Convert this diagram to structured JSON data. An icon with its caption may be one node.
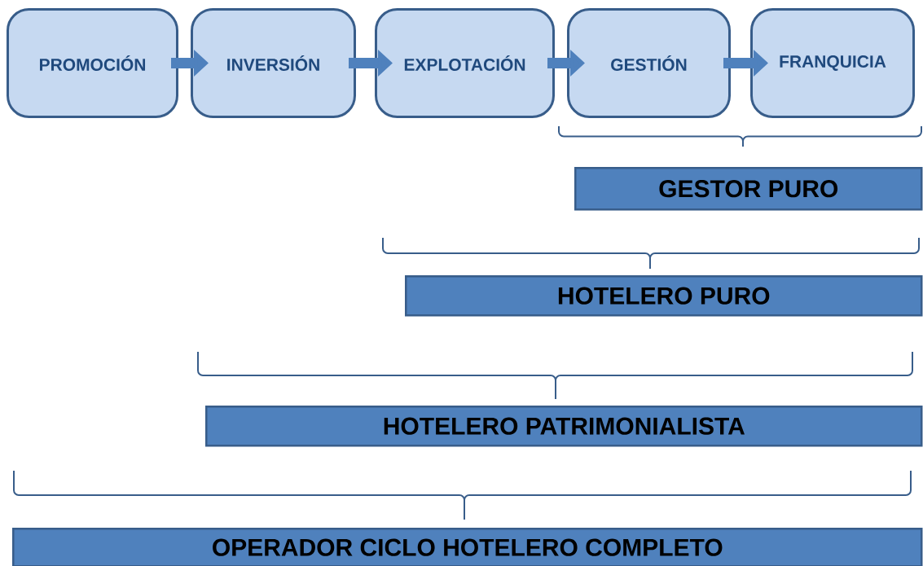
{
  "diagram": {
    "nodes": [
      {
        "text": [
          "PROMOCIÓN"
        ]
      },
      {
        "text": [
          "INVERSIÓN"
        ]
      },
      {
        "text": [
          "EXPLOTACIÓN"
        ]
      },
      {
        "text": [
          "GESTIÓN"
        ]
      },
      {
        "text": [
          "FRANQUICIA"
        ]
      },
      {
        "text": [
          "GESTOR PURO"
        ]
      },
      {
        "text": [
          "HOTELERO PURO"
        ]
      },
      {
        "text": [
          "HOTELERO PATRIMONIALISTA"
        ]
      },
      {
        "text": [
          "OPERADOR CICLO HOTELERO COMPLETO"
        ]
      }
    ],
    "edges": [
      {
        "from": 0,
        "to": 1,
        "arrow": "to"
      },
      {
        "from": 1,
        "to": 2,
        "arrow": "to"
      },
      {
        "from": 2,
        "to": 3,
        "arrow": "to"
      },
      {
        "from": 3,
        "to": 4,
        "arrow": "to"
      }
    ]
  }
}
